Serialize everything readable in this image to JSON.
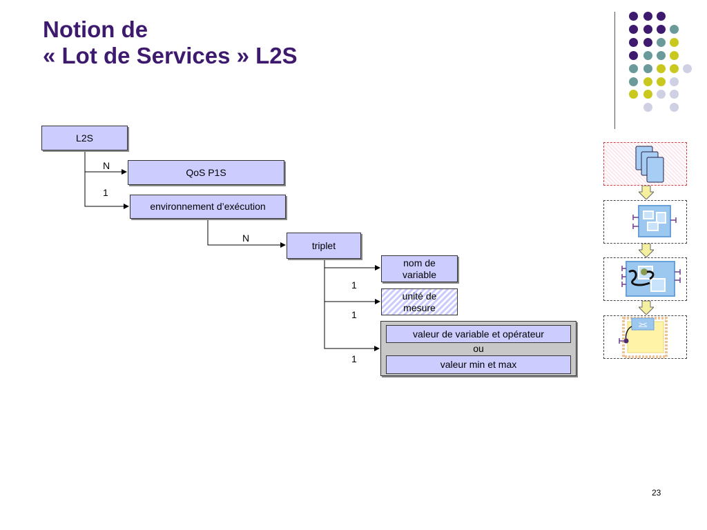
{
  "slide": {
    "title_line1": "Notion de",
    "title_line2": "« Lot de Services » L2S",
    "page_number": "23"
  },
  "diagram": {
    "nodes": {
      "l2s": "L2S",
      "qos": "QoS P1S",
      "env": "environnement d’exécution",
      "triplet": "triplet",
      "nom": "nom de variable",
      "unite": "unité de mesure",
      "valeur_op": "valeur de variable et opérateur",
      "ou": "ou",
      "valeur_minmax": "valeur min et max"
    },
    "cardinalities": {
      "l2s_qos": "N",
      "l2s_env": "1",
      "env_triplet": "N",
      "triplet_nom": "1",
      "triplet_unite": "1",
      "triplet_valeur": "1"
    }
  },
  "decor": {
    "dot_colors": {
      "purple": "#3d1a6e",
      "teal": "#6a9a9a",
      "yellow": "#c8c81e",
      "lavender": "#d0d0e4"
    },
    "side_icons": [
      "documents-icon",
      "component-icon",
      "composite-component-icon",
      "comparator-icon"
    ]
  }
}
